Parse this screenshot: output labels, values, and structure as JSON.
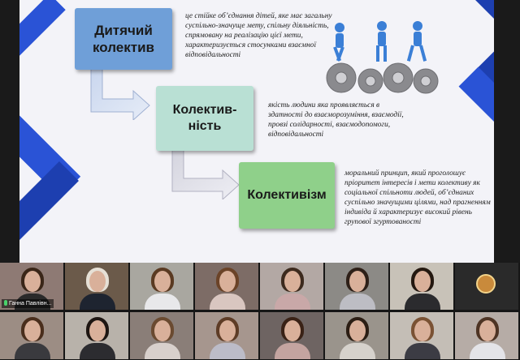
{
  "slide": {
    "box1_line1": "Дитячий",
    "box1_line2": "колектив",
    "box2_line1": "Колектив-",
    "box2_line2": "ність",
    "box3_label": "Колективізм",
    "desc1": "це стійке об’єднання дітей, яке має загальну суспільно-значуще мету, спільну діяльність, спрямовану на реалізацію цієї мети, характеризується стосунками взаємної відповідальності",
    "desc2": "якість людини яка проявляється в здатності до взаєморозуміння, взаємодії, провзі солідарності, взаємодопомоги, відповідальності",
    "desc3": "моральний принцип, який проголошує пріоритет інтересів і мети колективу як соціальної спільноти людей, об’єднаних суспільно значущими цілями, над прагненням індивіда й характеризує високий рівень групової згуртованості",
    "colors": {
      "box1": "#6f9fd8",
      "box2": "#b9e0d4",
      "box3": "#8fd08a",
      "stripes": "#1d3fb0"
    }
  },
  "participants": {
    "first_name_tag": "Ганна Павлівн...",
    "tile_icons": [
      "mic-icon",
      "avatar-icon"
    ]
  }
}
